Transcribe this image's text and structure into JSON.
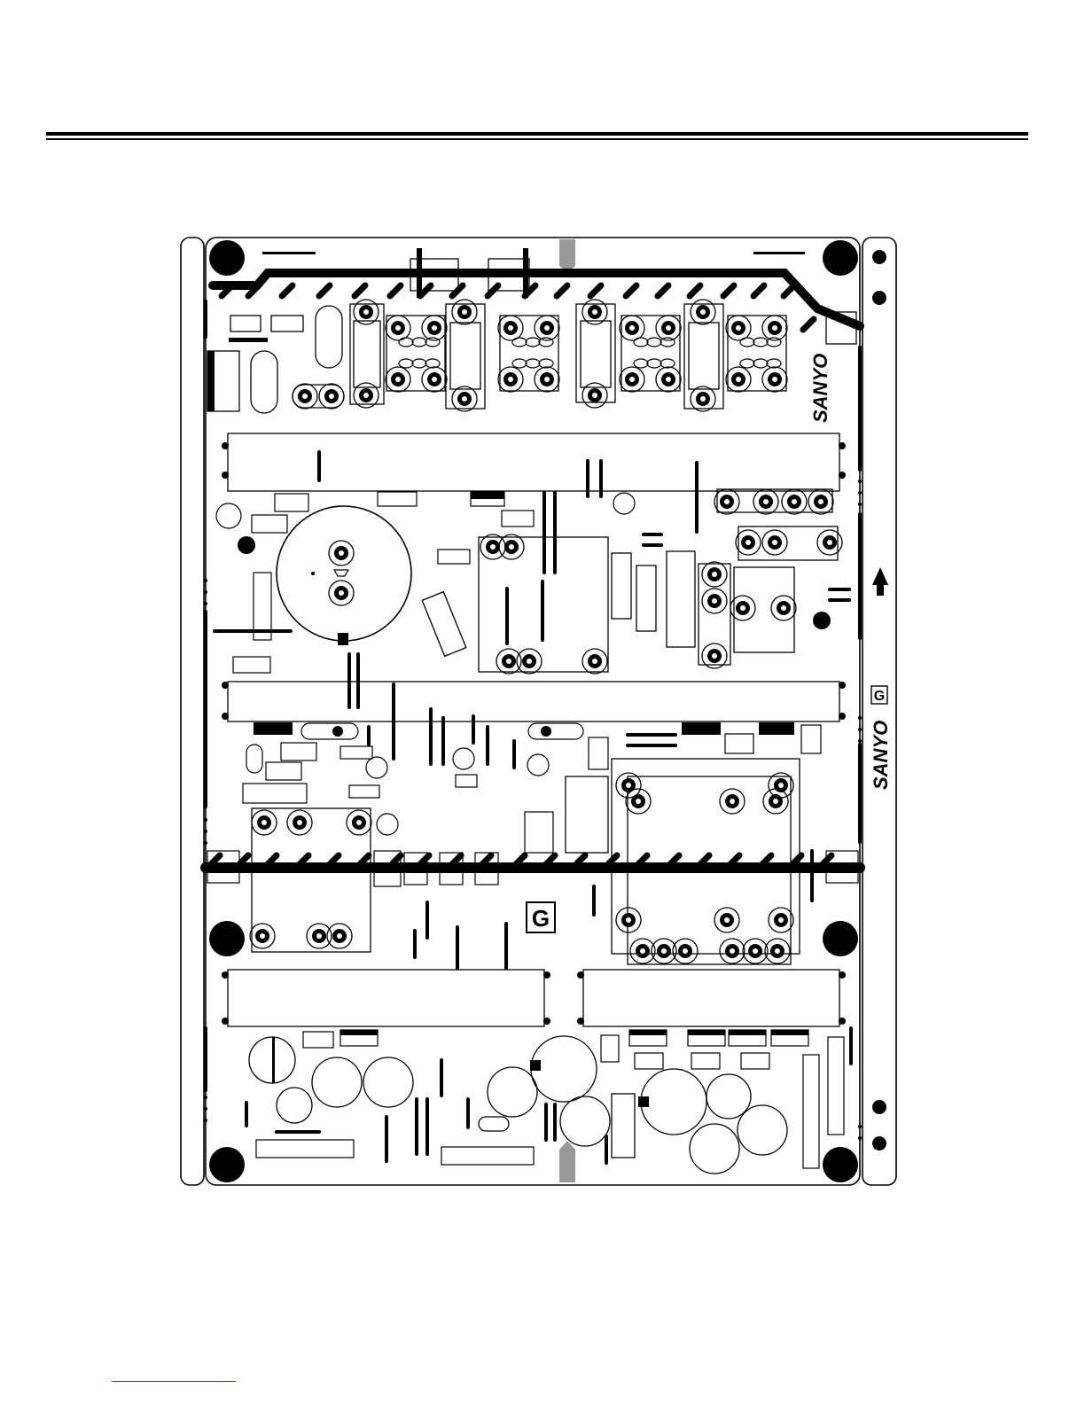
{
  "board": {
    "brand_top": "SANYO",
    "brand_side": "SANYO",
    "ground_symbol_right": "G",
    "ground_symbol_center": "G"
  },
  "colors": {
    "ink": "#000000",
    "paper": "#ffffff",
    "marker": "#999999"
  },
  "icons": {
    "direction_arrow": "arrow-up-icon",
    "ground": "ground-symbol-icon"
  }
}
